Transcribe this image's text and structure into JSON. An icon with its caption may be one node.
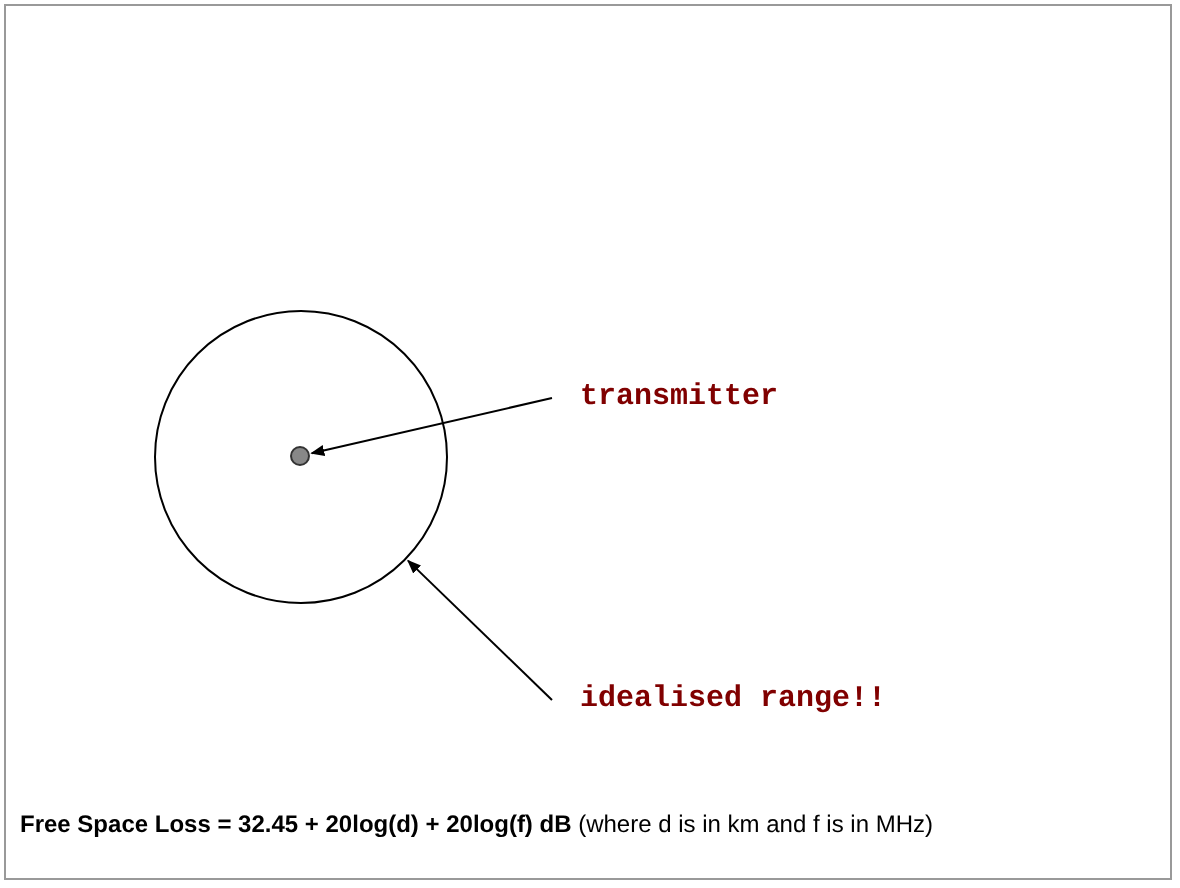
{
  "diagram": {
    "nodes": [
      {
        "text": [],
        "shape": "circle"
      },
      {
        "text": [],
        "shape": "circle",
        "in": 0
      },
      {
        "text": [
          "transmitter"
        ]
      },
      {
        "text": [
          "idealised range!!"
        ]
      }
    ],
    "edges": [
      {
        "from": 2,
        "to": 1,
        "arrow": "to"
      },
      {
        "from": 3,
        "to": 0,
        "arrow": "to"
      }
    ],
    "labels": [
      "**Free Space Loss = 32.45 + 20log(d) + 20log(f) dB** (where d is in km and f is in MHz)"
    ]
  }
}
